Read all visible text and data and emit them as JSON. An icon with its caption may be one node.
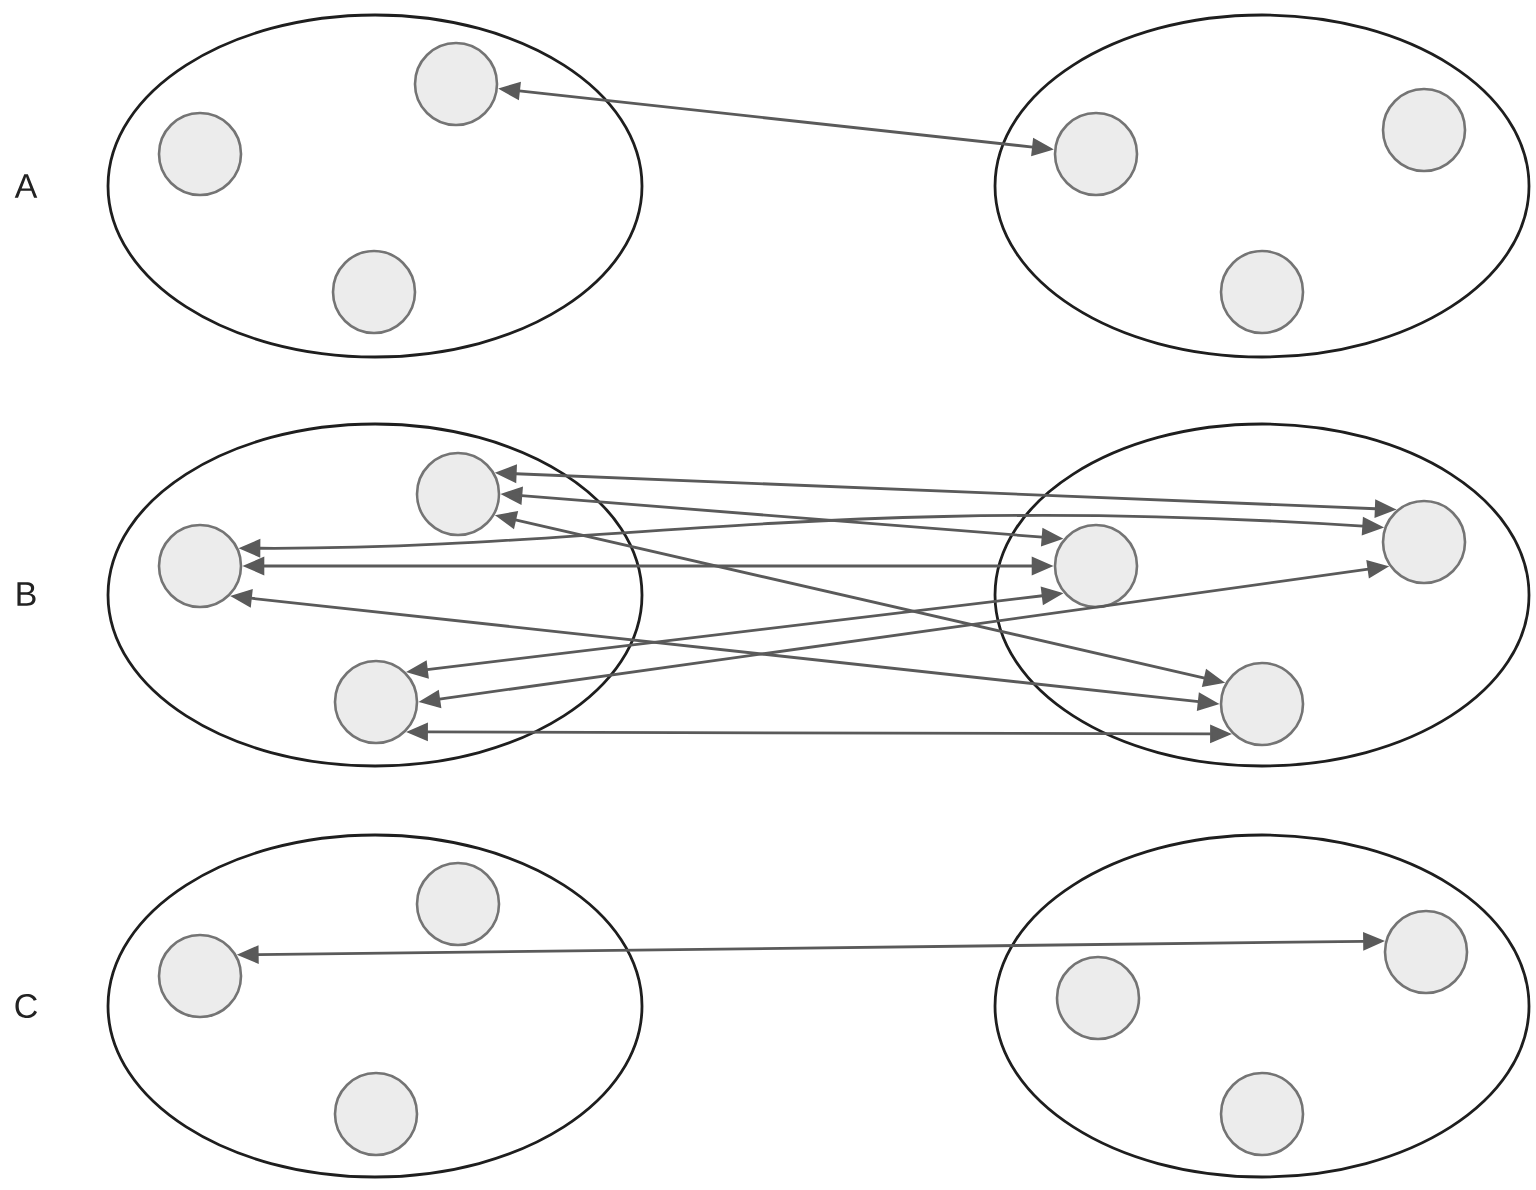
{
  "diagram": {
    "nodes": [
      {
        "text": [],
        "shape": "ellipse"
      },
      {
        "text": [],
        "shape": "circle",
        "in": 0
      },
      {
        "text": [],
        "shape": "circle",
        "in": 0
      },
      {
        "text": [],
        "shape": "circle",
        "in": 0
      },
      {
        "text": [],
        "shape": "ellipse"
      },
      {
        "text": [],
        "shape": "circle",
        "in": 4
      },
      {
        "text": [],
        "shape": "circle",
        "in": 4
      },
      {
        "text": [],
        "shape": "circle",
        "in": 4
      },
      {
        "text": [],
        "shape": "ellipse"
      },
      {
        "text": [],
        "shape": "circle",
        "in": 8
      },
      {
        "text": [],
        "shape": "circle",
        "in": 8
      },
      {
        "text": [],
        "shape": "circle",
        "in": 8
      },
      {
        "text": [],
        "shape": "ellipse"
      },
      {
        "text": [],
        "shape": "circle",
        "in": 12
      },
      {
        "text": [],
        "shape": "circle",
        "in": 12
      },
      {
        "text": [],
        "shape": "circle",
        "in": 12
      },
      {
        "text": [],
        "shape": "ellipse"
      },
      {
        "text": [],
        "shape": "circle",
        "in": 16
      },
      {
        "text": [],
        "shape": "circle",
        "in": 16
      },
      {
        "text": [],
        "shape": "circle",
        "in": 16
      },
      {
        "text": [],
        "shape": "ellipse"
      },
      {
        "text": [],
        "shape": "circle",
        "in": 20
      },
      {
        "text": [],
        "shape": "circle",
        "in": 20
      },
      {
        "text": [],
        "shape": "circle",
        "in": 20
      }
    ],
    "edges": [
      {
        "from": 1,
        "to": 6,
        "arrow": "both"
      },
      {
        "from": 9,
        "to": 13,
        "arrow": "both"
      },
      {
        "from": 9,
        "to": 14,
        "arrow": "both"
      },
      {
        "from": 9,
        "to": 15,
        "arrow": "both"
      },
      {
        "from": 10,
        "to": 13,
        "arrow": "both"
      },
      {
        "from": 10,
        "to": 14,
        "arrow": "both"
      },
      {
        "from": 10,
        "to": 15,
        "arrow": "both"
      },
      {
        "from": 11,
        "to": 13,
        "arrow": "both"
      },
      {
        "from": 11,
        "to": 14,
        "arrow": "both"
      },
      {
        "from": 11,
        "to": 15,
        "arrow": "both"
      },
      {
        "from": 18,
        "to": 21,
        "arrow": "both"
      }
    ],
    "labels": [
      "A",
      "B",
      "C"
    ]
  }
}
